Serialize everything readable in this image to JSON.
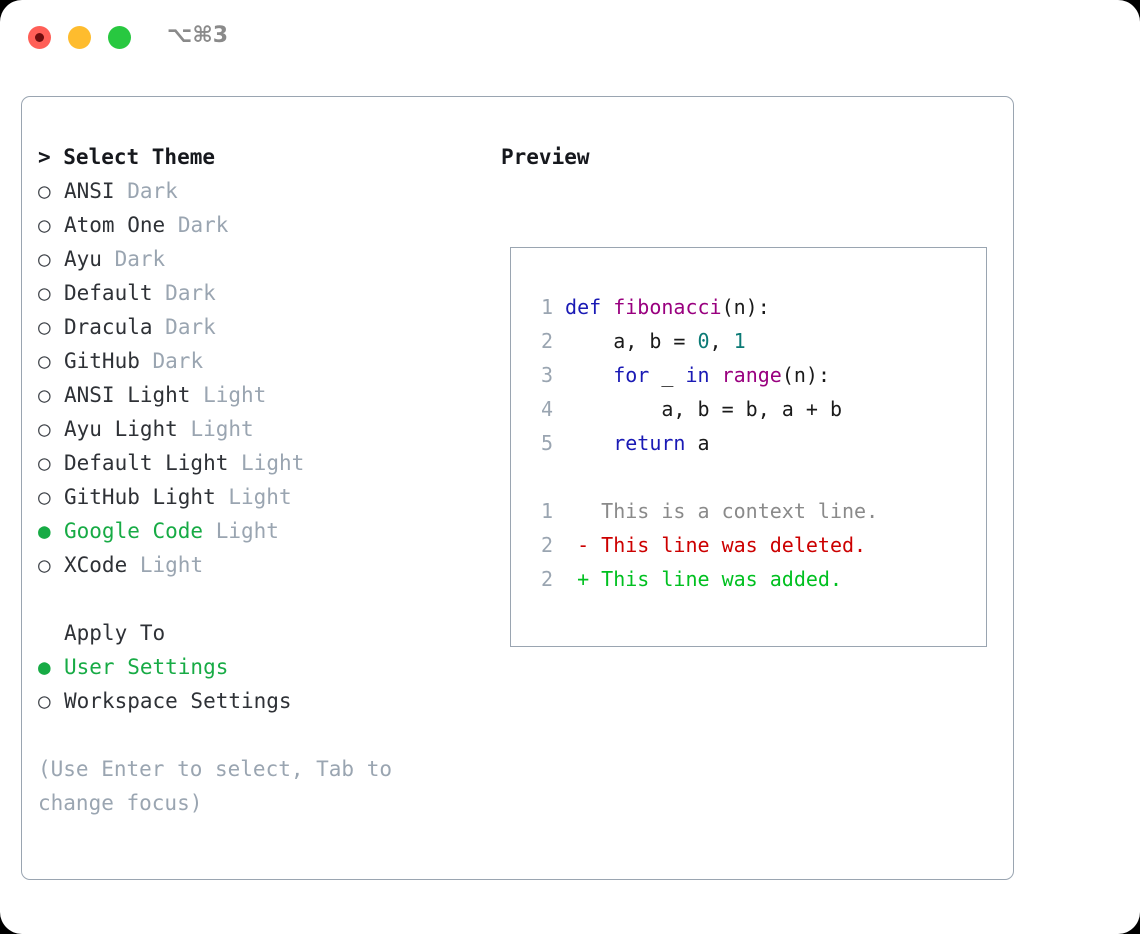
{
  "titlebar": {
    "shortcut": "⌥⌘3",
    "buttons": [
      {
        "name": "close",
        "color": "#ff5f57"
      },
      {
        "name": "minimize",
        "color": "#febc2e"
      },
      {
        "name": "maximize",
        "color": "#28c840"
      }
    ]
  },
  "theme_picker": {
    "header": "> Select Theme",
    "selected_marker": "●",
    "unselected_marker": "○",
    "accent_color": "#17ab45",
    "muted_color": "#9aa5b1",
    "items": [
      {
        "marker": "○",
        "name": "ANSI",
        "variant": "Dark",
        "selected": false
      },
      {
        "marker": "○",
        "name": "Atom One",
        "variant": "Dark",
        "selected": false
      },
      {
        "marker": "○",
        "name": "Ayu",
        "variant": "Dark",
        "selected": false
      },
      {
        "marker": "○",
        "name": "Default",
        "variant": "Dark",
        "selected": false
      },
      {
        "marker": "○",
        "name": "Dracula",
        "variant": "Dark",
        "selected": false
      },
      {
        "marker": "○",
        "name": "GitHub",
        "variant": "Dark",
        "selected": false
      },
      {
        "marker": "○",
        "name": "ANSI Light",
        "variant": "Light",
        "selected": false
      },
      {
        "marker": "○",
        "name": "Ayu Light",
        "variant": "Light",
        "selected": false
      },
      {
        "marker": "○",
        "name": "Default Light",
        "variant": "Light",
        "selected": false
      },
      {
        "marker": "○",
        "name": "GitHub Light",
        "variant": "Light",
        "selected": false
      },
      {
        "marker": "●",
        "name": "Google Code",
        "variant": "Light",
        "selected": true
      },
      {
        "marker": "○",
        "name": "XCode",
        "variant": "Light",
        "selected": false
      }
    ]
  },
  "apply_to": {
    "header": "Apply To",
    "items": [
      {
        "marker": "●",
        "name": "User Settings",
        "selected": true
      },
      {
        "marker": "○",
        "name": "Workspace Settings",
        "selected": false
      }
    ]
  },
  "hint": "(Use Enter to select, Tab to change focus)",
  "preview": {
    "title": "Preview",
    "code_lines": [
      {
        "lineno": "1",
        "tokens": [
          {
            "text": "def ",
            "kind": "kw"
          },
          {
            "text": "fibonacci",
            "kind": "fn"
          },
          {
            "text": "(n):",
            "kind": "punct"
          }
        ]
      },
      {
        "lineno": "2",
        "tokens": [
          {
            "text": "    a, b = ",
            "kind": "plain"
          },
          {
            "text": "0",
            "kind": "num"
          },
          {
            "text": ", ",
            "kind": "plain"
          },
          {
            "text": "1",
            "kind": "num"
          }
        ]
      },
      {
        "lineno": "3",
        "tokens": [
          {
            "text": "    ",
            "kind": "plain"
          },
          {
            "text": "for",
            "kind": "kw"
          },
          {
            "text": " _ ",
            "kind": "plain"
          },
          {
            "text": "in",
            "kind": "kw"
          },
          {
            "text": " ",
            "kind": "plain"
          },
          {
            "text": "range",
            "kind": "fn"
          },
          {
            "text": "(n):",
            "kind": "punct"
          }
        ]
      },
      {
        "lineno": "4",
        "tokens": [
          {
            "text": "        a, b = b, a + b",
            "kind": "plain"
          }
        ]
      },
      {
        "lineno": "5",
        "tokens": [
          {
            "text": "    ",
            "kind": "plain"
          },
          {
            "text": "return",
            "kind": "kw"
          },
          {
            "text": " a",
            "kind": "plain"
          }
        ]
      }
    ],
    "diff_lines": [
      {
        "lineno": "1",
        "marker": " ",
        "text": "This is a context line.",
        "kind": "ctx"
      },
      {
        "lineno": "2",
        "marker": "-",
        "text": "This line was deleted.",
        "kind": "del"
      },
      {
        "lineno": "2",
        "marker": "+",
        "text": "This line was added.",
        "kind": "add"
      }
    ]
  }
}
